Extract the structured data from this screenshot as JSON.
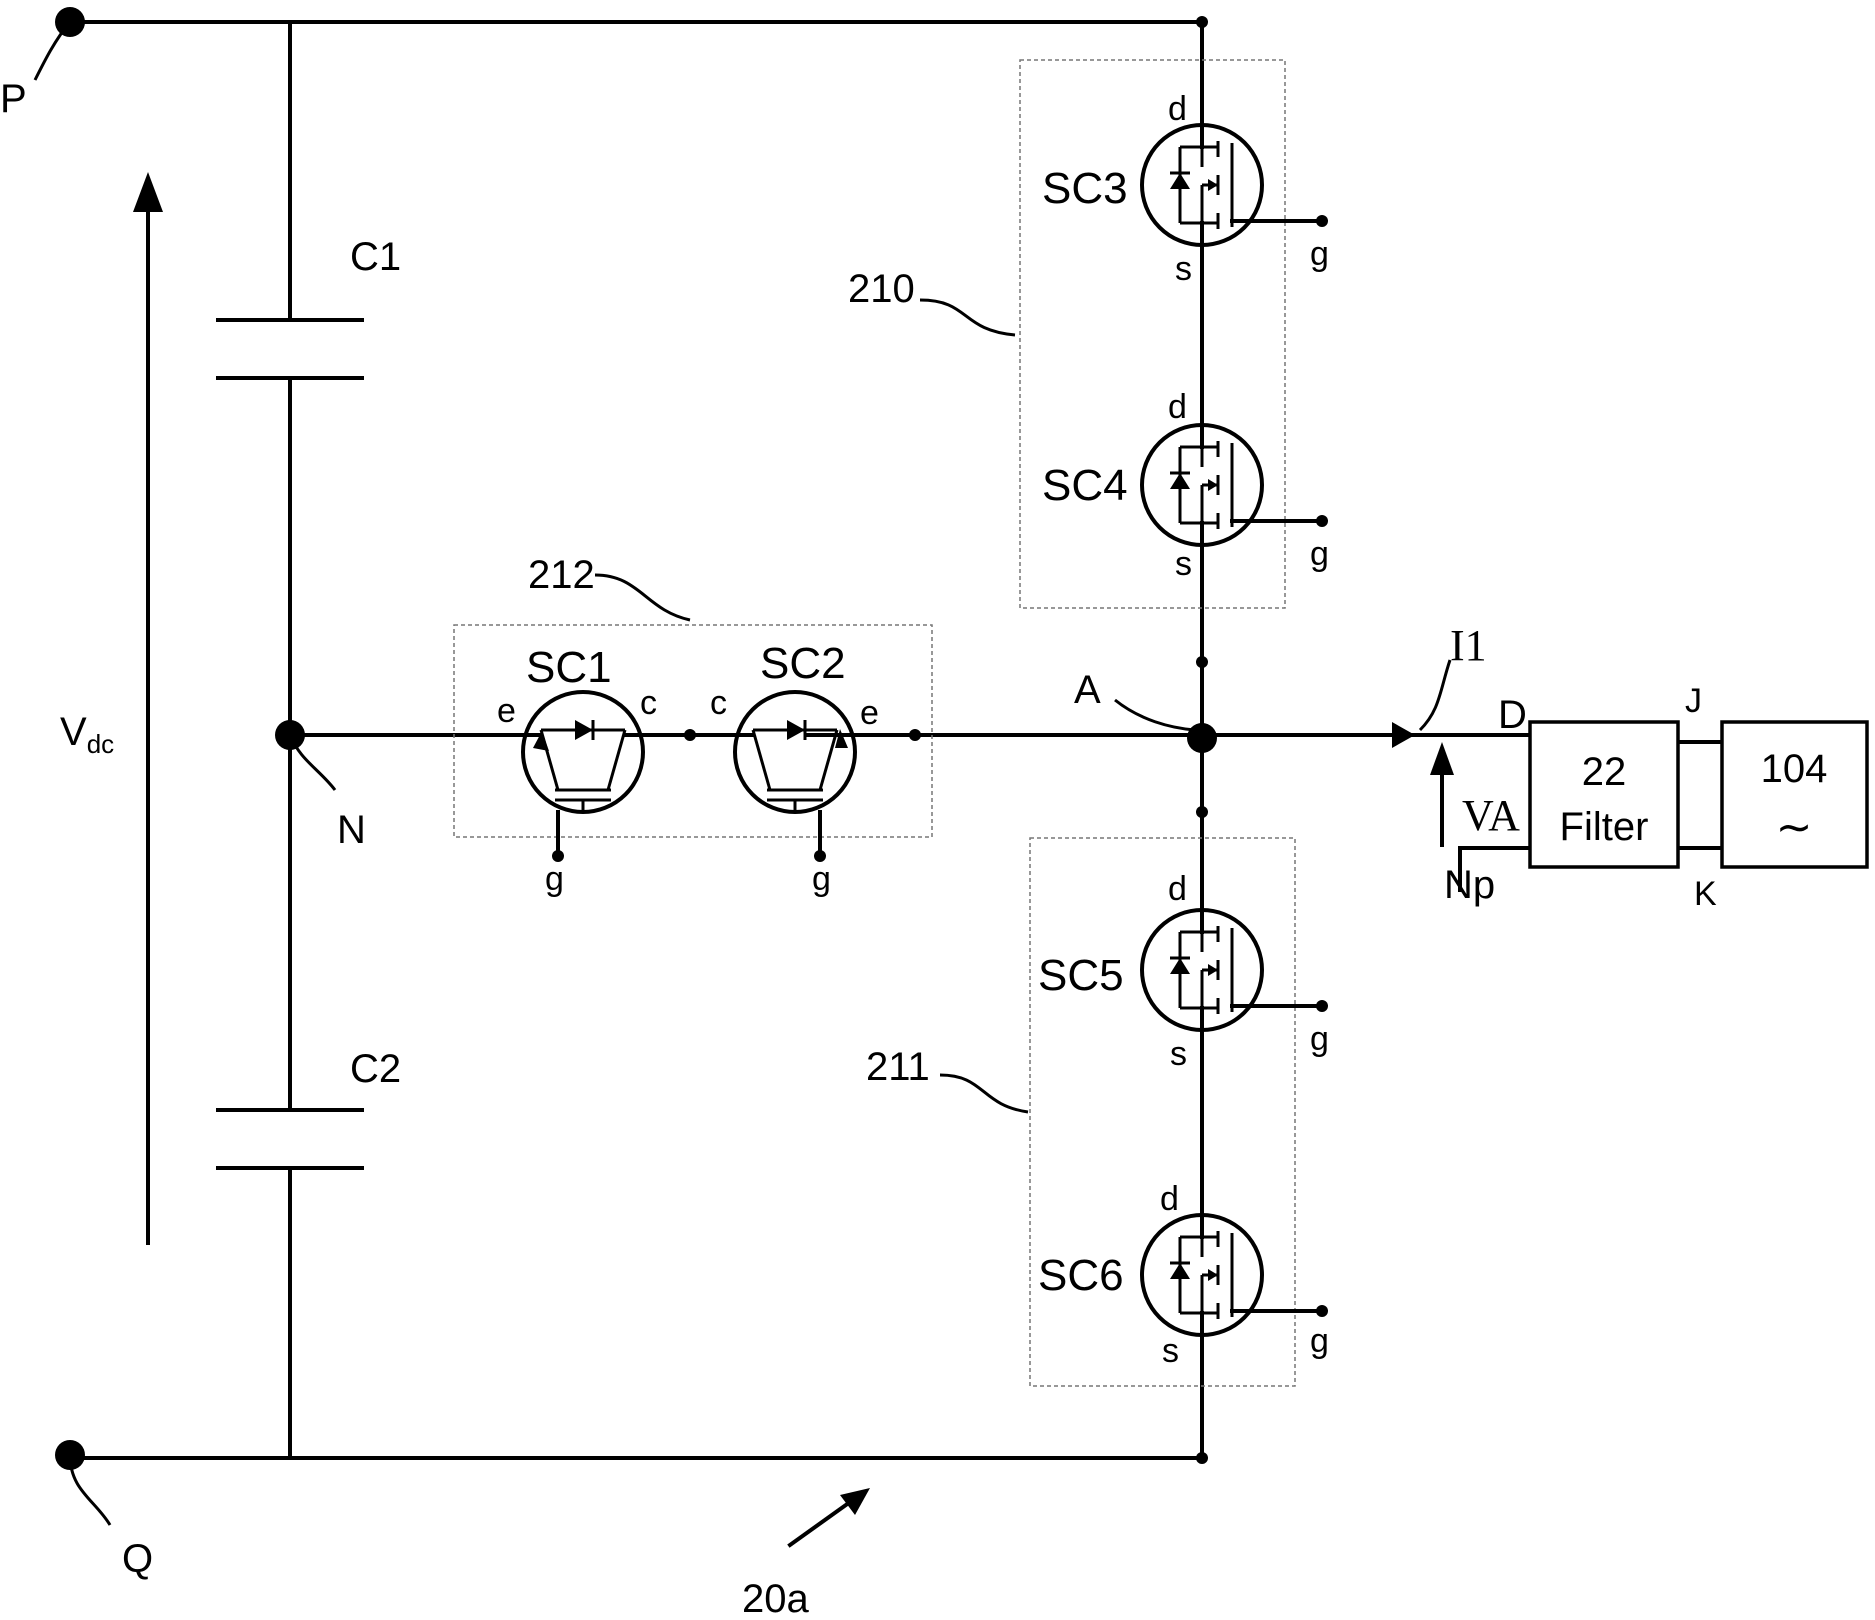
{
  "terminals": {
    "p": "P",
    "q": "Q",
    "n": "N",
    "a": "A",
    "np": "Np",
    "d": "D",
    "j": "J",
    "k": "K"
  },
  "capacitors": {
    "c1": "C1",
    "c2": "C2"
  },
  "voltage": {
    "main": "V",
    "sub": "dc"
  },
  "switches": {
    "sc1": "SC1",
    "sc2": "SC2",
    "sc3": "SC3",
    "sc4": "SC4",
    "sc5": "SC5",
    "sc6": "SC6"
  },
  "pins": {
    "d": "d",
    "s": "s",
    "g": "g",
    "e": "e",
    "c": "c"
  },
  "groups": {
    "g210": "210",
    "g211": "211",
    "g212": "212",
    "converter": "20a"
  },
  "signals": {
    "current": "I1",
    "voltage_a": "VA"
  },
  "filter": {
    "number": "22",
    "label": "Filter"
  },
  "load": {
    "number": "104",
    "symbol": "∼"
  }
}
